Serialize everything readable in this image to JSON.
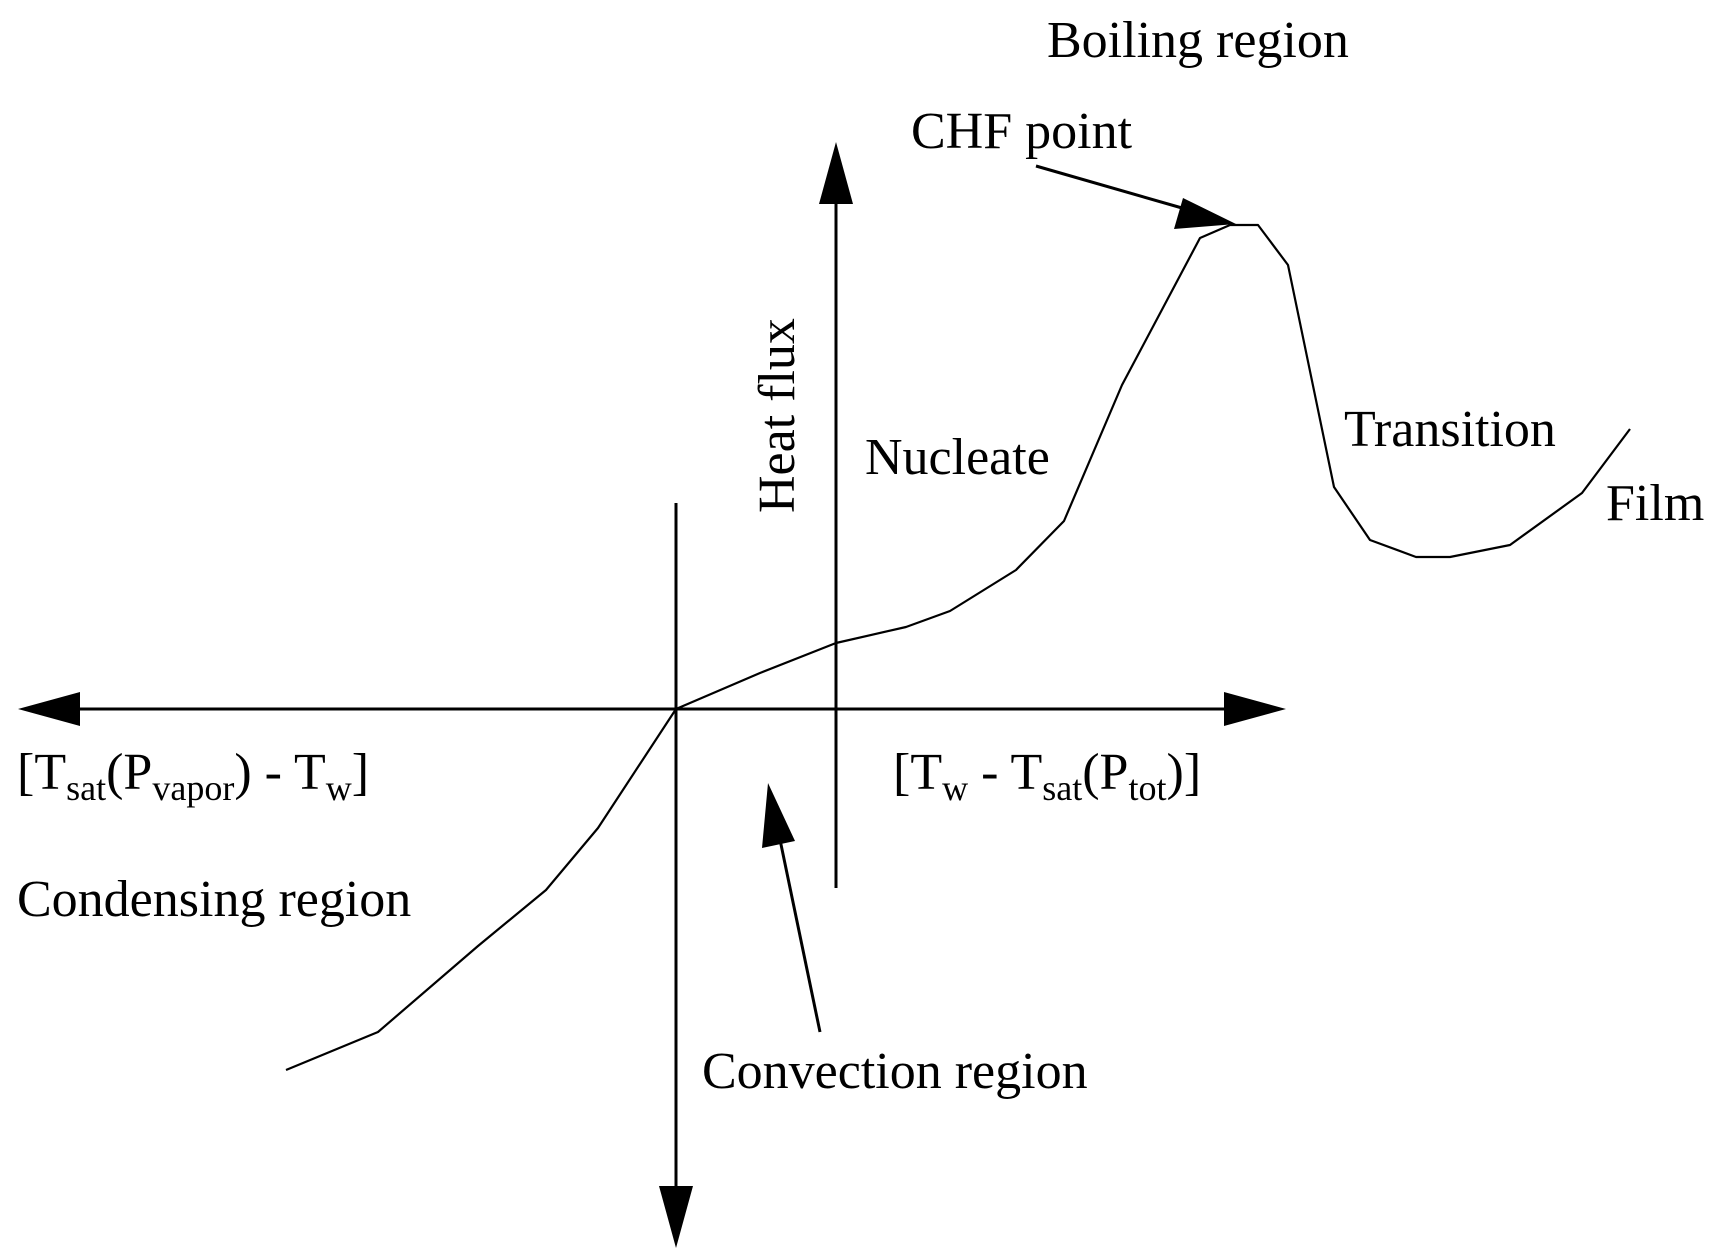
{
  "labels": {
    "boiling_region": "Boiling region",
    "chf_point": "CHF point",
    "heat_flux": "Heat flux",
    "nucleate": "Nucleate",
    "transition": "Transition",
    "film": "Film",
    "condensing_region": "Condensing region",
    "convection_region": "Convection region"
  },
  "left_axis_label": {
    "open": "[T",
    "sub1": "sat",
    "mid1": "(P",
    "sub2": "vapor",
    "mid2": ") - T",
    "sub3": "w",
    "close": "]"
  },
  "right_axis_label": {
    "open": "[T",
    "sub1": "w",
    "mid1": " - T",
    "sub2": "sat",
    "mid2": "(P",
    "sub3": "tot",
    "close": ")]"
  },
  "colors": {
    "ink": "#000000",
    "background": "#ffffff"
  }
}
